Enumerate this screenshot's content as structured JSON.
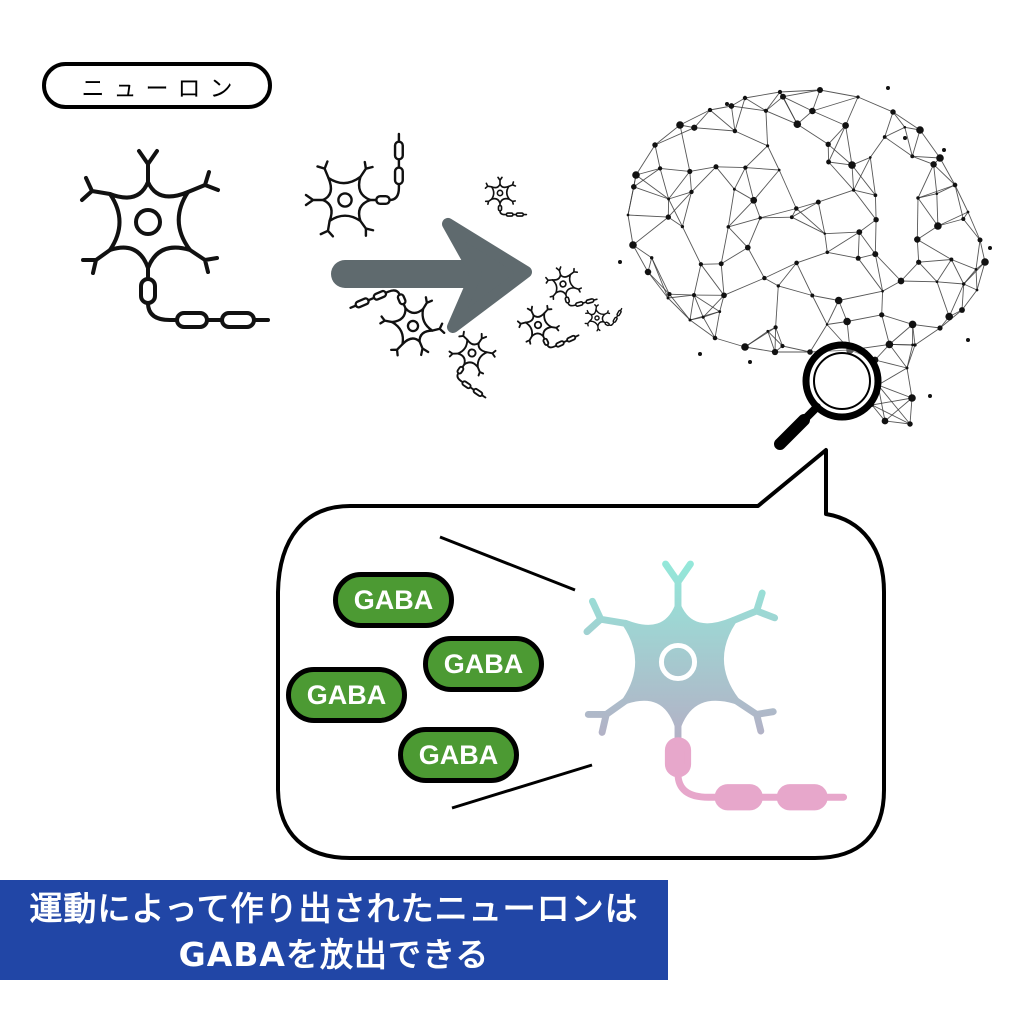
{
  "neuron_label": "ニューロン",
  "gaba_labels": [
    "GABA",
    "GABA",
    "GABA",
    "GABA"
  ],
  "caption": {
    "line1": "運動によって作り出されたニューロンは",
    "line2": "GABAを放出できる"
  },
  "colors": {
    "neuron_outline": "#111111",
    "arrow": "#5f6a6e",
    "gaba_pill": "#4c9a33",
    "caption_background": "#2146a6",
    "neuron_gradient_top": "#93e9da",
    "neuron_gradient_bottom": "#b3b1c6",
    "axon_pink": "#e7a7cb",
    "network_line": "#3a3a3a",
    "network_node": "#111111"
  },
  "icons": {
    "neuron": "neuron-icon",
    "arrow": "arrow-right-icon",
    "brain": "brain-network-icon",
    "magnifier": "magnifying-glass-icon",
    "speech_bubble": "speech-bubble-icon"
  }
}
